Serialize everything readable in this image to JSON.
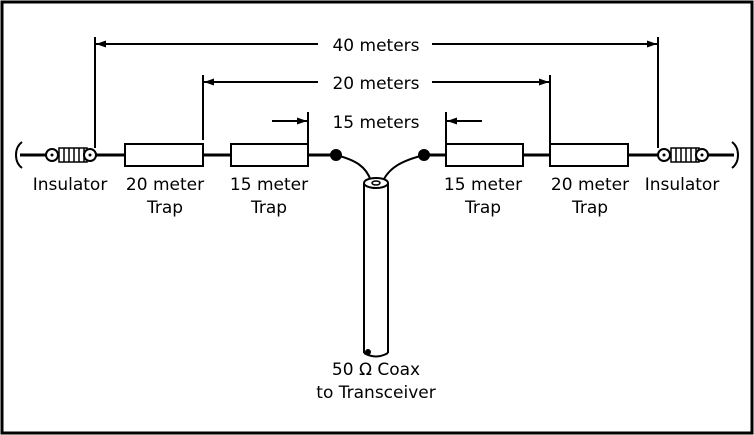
{
  "dimensions": {
    "forty": "40 meters",
    "twenty": "20 meters",
    "fifteen": "15 meters"
  },
  "labels": {
    "insulator_left": "Insulator",
    "insulator_right": "Insulator",
    "trap20_left_line1": "20 meter",
    "trap20_left_line2": "Trap",
    "trap15_left_line1": "15 meter",
    "trap15_left_line2": "Trap",
    "trap15_right_line1": "15 meter",
    "trap15_right_line2": "Trap",
    "trap20_right_line1": "20 meter",
    "trap20_right_line2": "Trap",
    "coax_line1": "50 Ω Coax",
    "coax_line2": "to Transceiver"
  }
}
